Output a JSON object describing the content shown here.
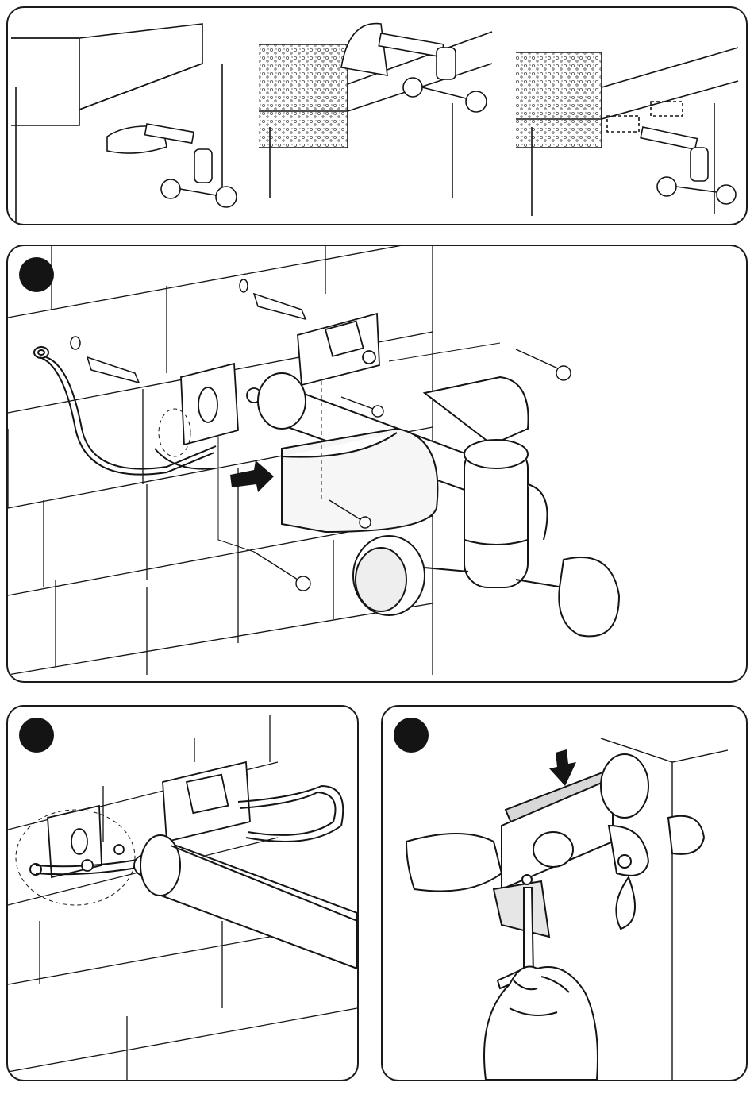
{
  "colors": {
    "ink": "#141414",
    "wall": "#ffffff",
    "stipple": "#8a8a8a",
    "device_fill": "#f2f2f2",
    "shade": "#cfcfcf",
    "arrow": "#141414"
  },
  "panels": [
    {
      "name": "mounting-options",
      "badge": false
    },
    {
      "name": "wall-mount-assembly",
      "badge": true
    },
    {
      "name": "cable-clamp-detail",
      "badge": true
    },
    {
      "name": "level-adjustment",
      "badge": true
    }
  ],
  "icons": [
    "screw-icon",
    "wall-plug-icon",
    "insert-arrow-icon",
    "press-arrow-icon",
    "hex-key-icon",
    "hand-icon"
  ]
}
